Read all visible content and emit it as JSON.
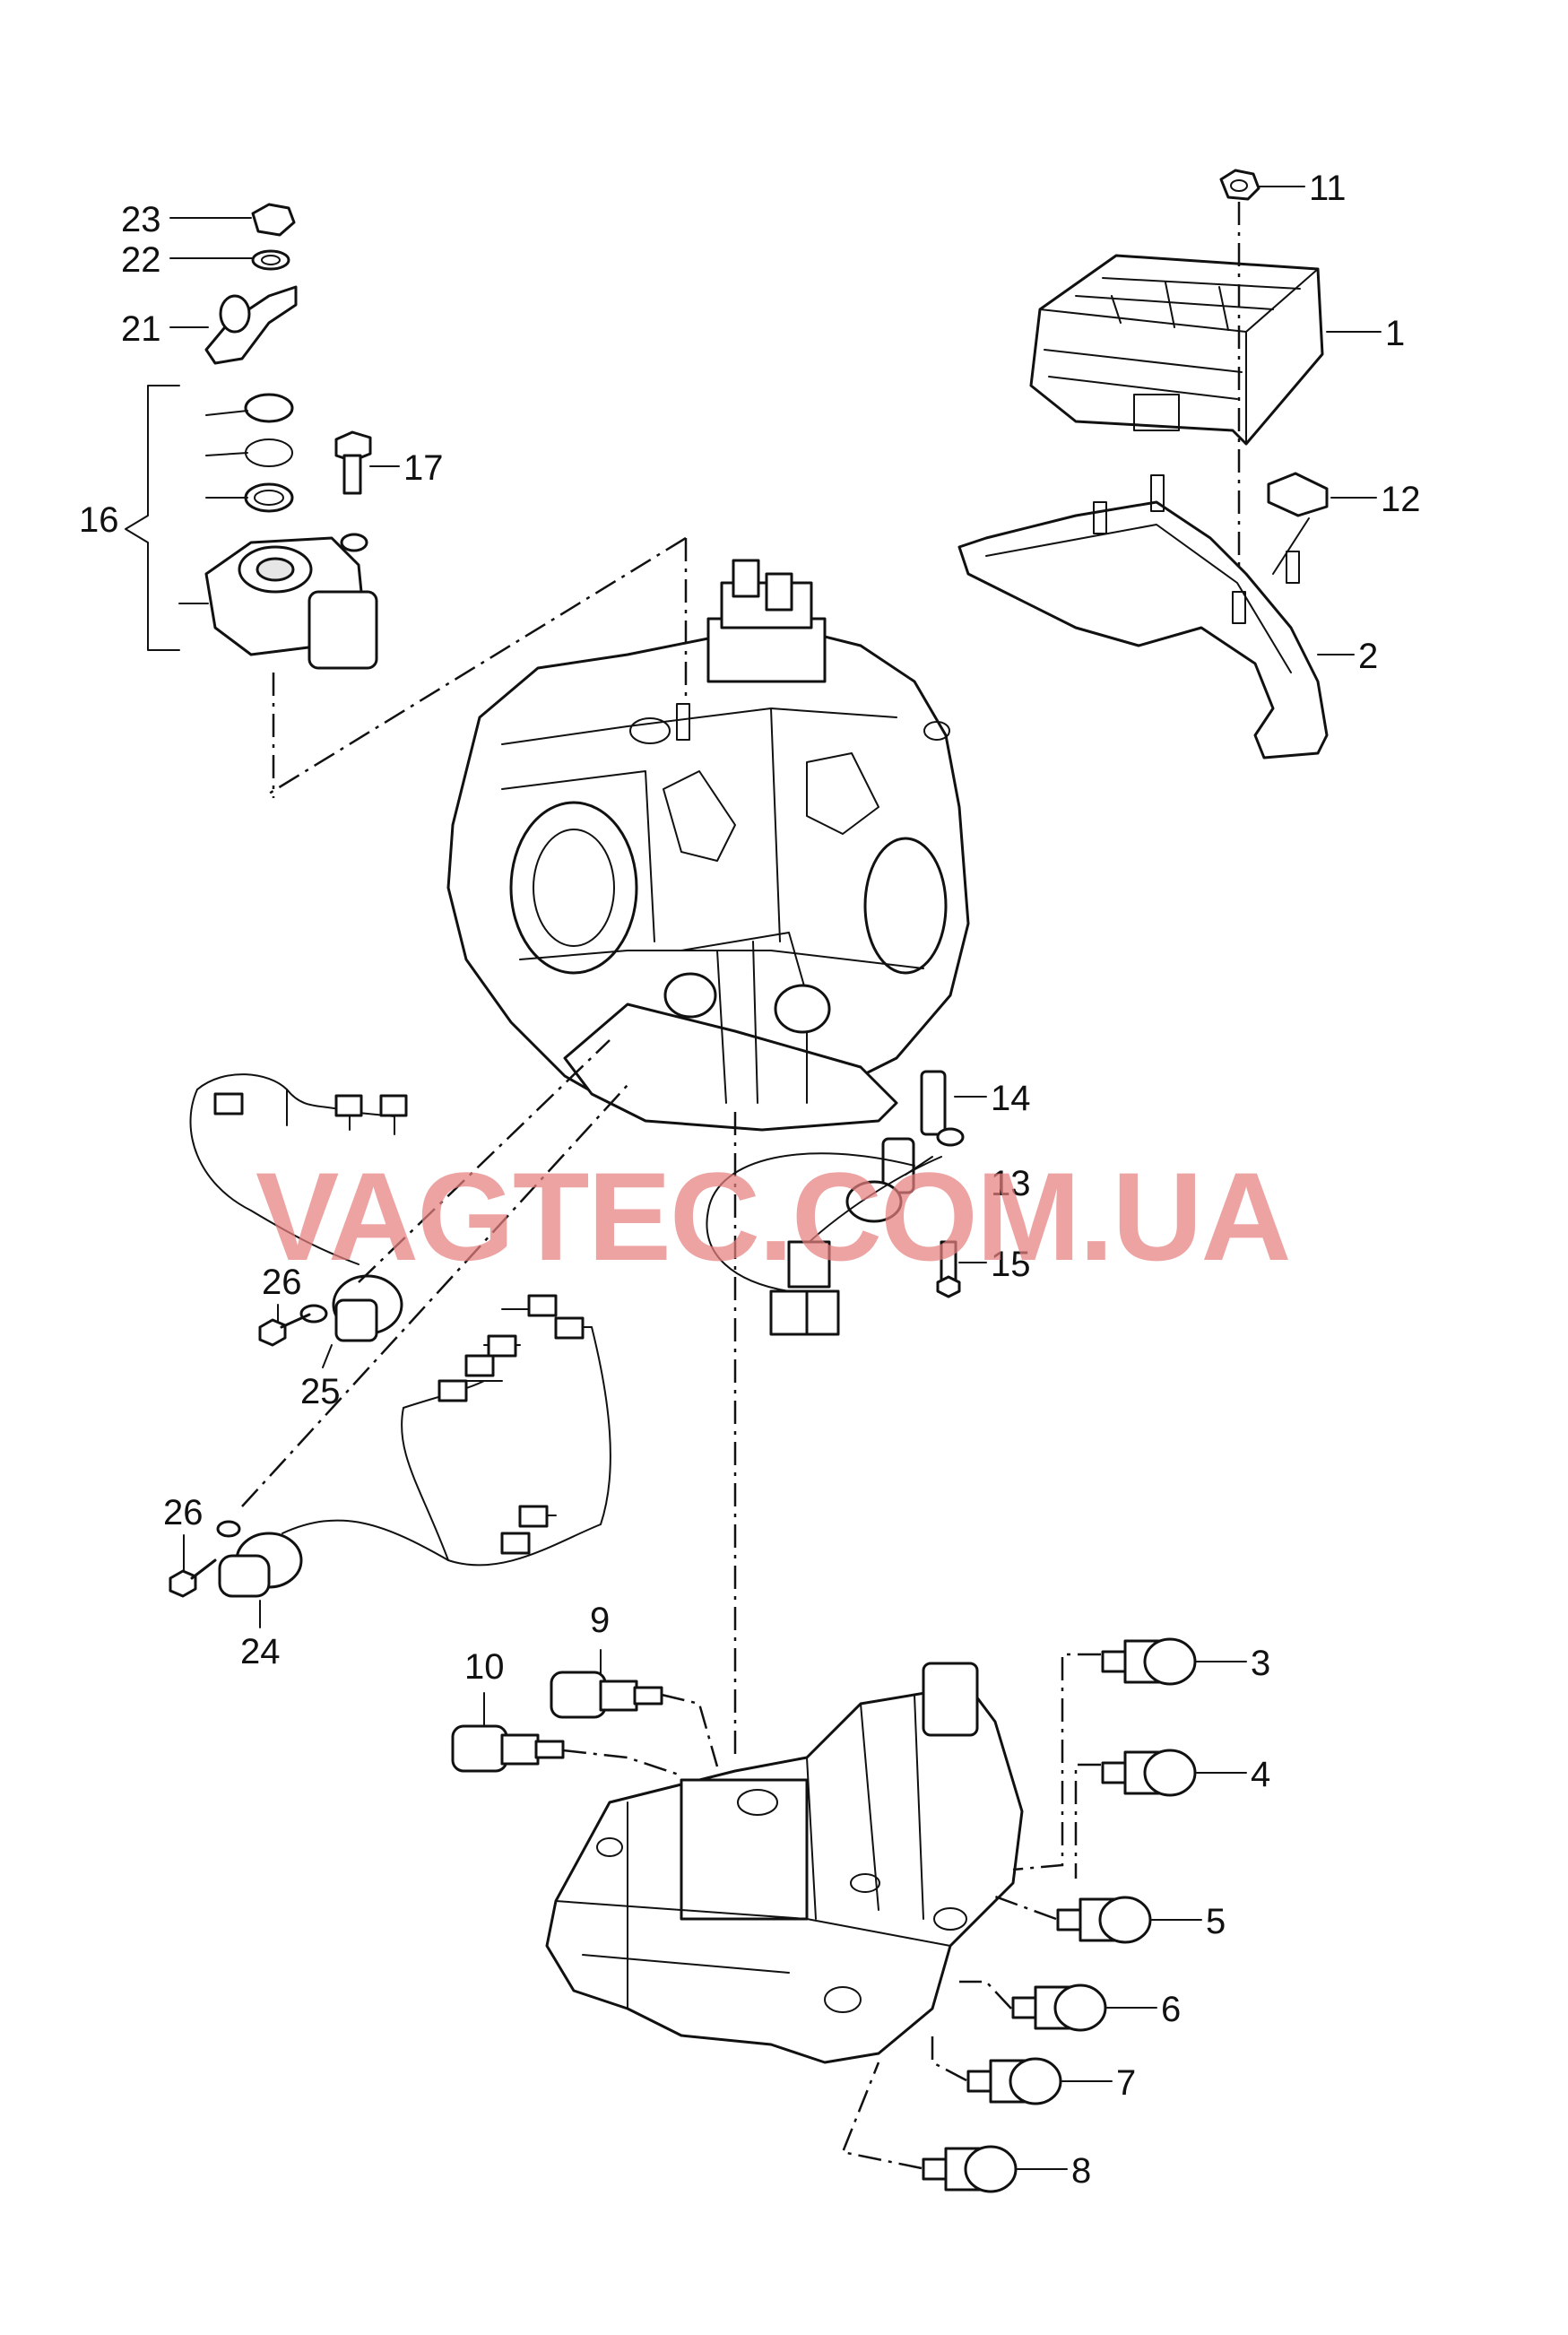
{
  "watermark": "VAGTEC.COM.UA",
  "callouts": {
    "c1": "1",
    "c2": "2",
    "c3": "3",
    "c4": "4",
    "c5": "5",
    "c6": "6",
    "c7": "7",
    "c8": "8",
    "c9": "9",
    "c10": "10",
    "c11": "11",
    "c12": "12",
    "c13": "13",
    "c14": "14",
    "c15": "15",
    "c16": "16",
    "c17": "17",
    "c21": "21",
    "c22": "22",
    "c23": "23",
    "c24": "24",
    "c25": "25",
    "c26a": "26",
    "c26b": "26"
  },
  "colors": {
    "line": "#111111",
    "watermark": "#e8807f",
    "background": "#ffffff"
  }
}
